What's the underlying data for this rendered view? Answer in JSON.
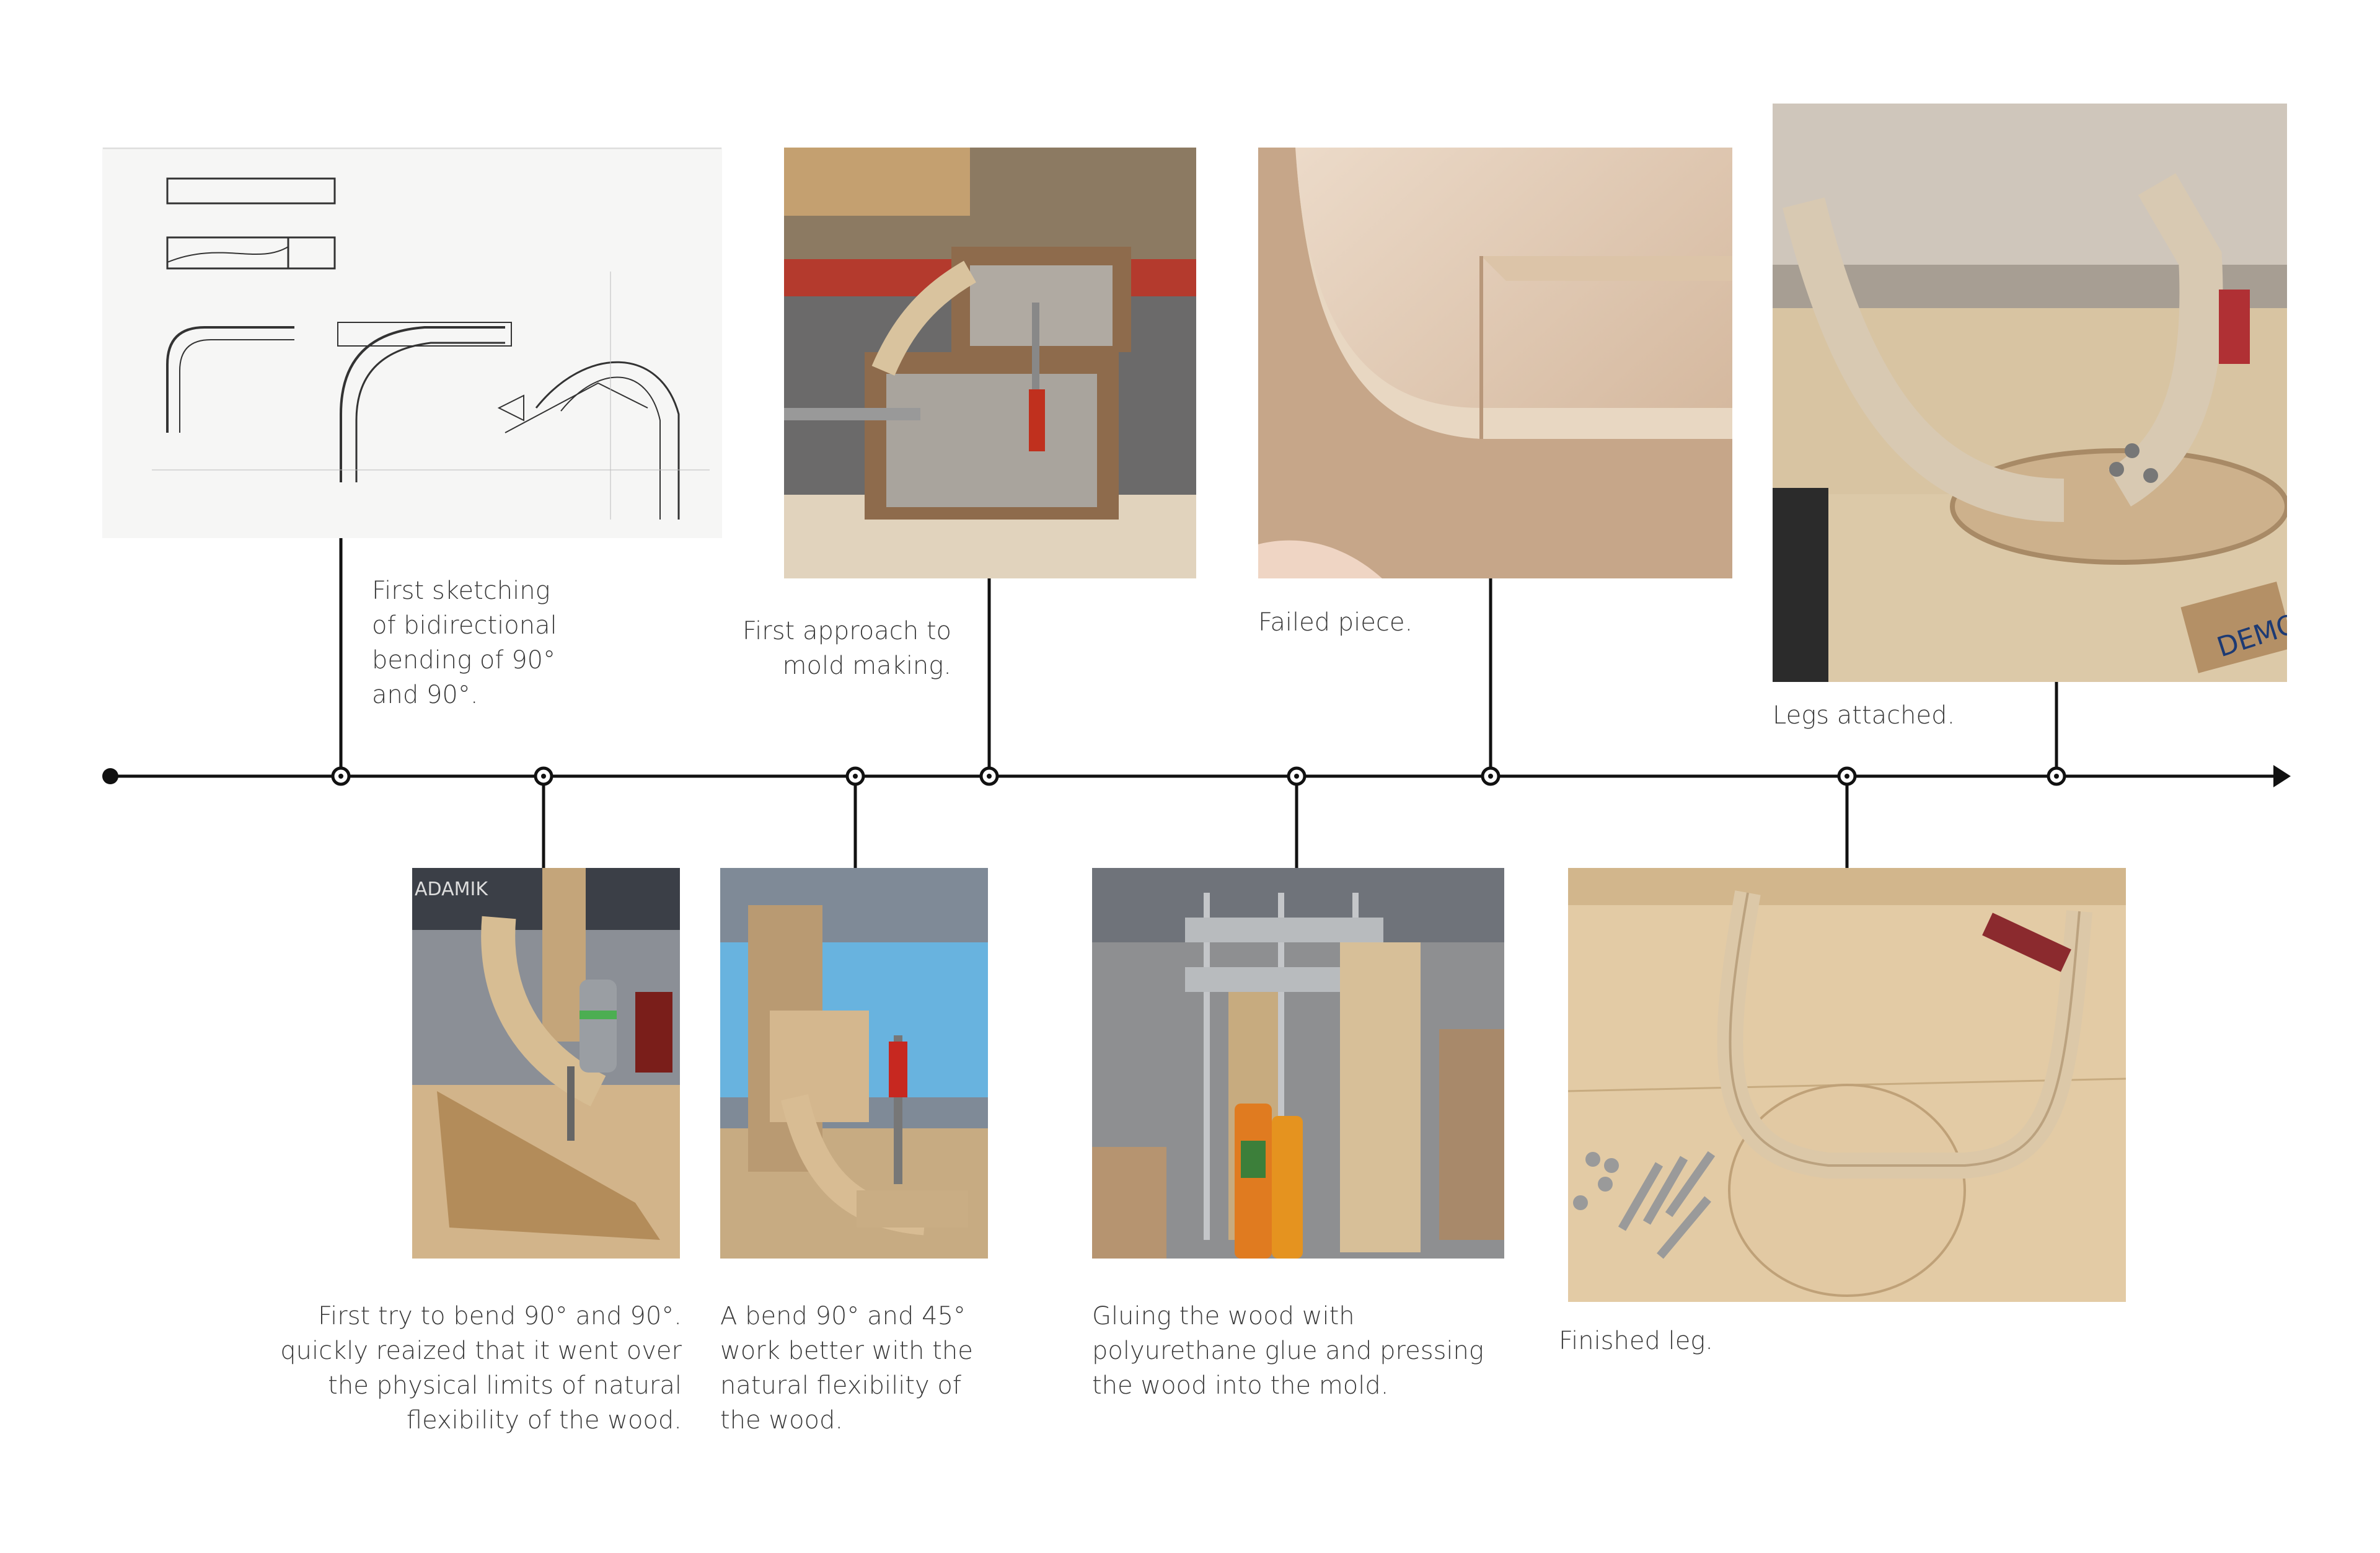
{
  "captions": {
    "sketching": "First sketching of bidirectional bending of 90° and 90°.",
    "mold": "First approach to mold making.",
    "failed": "Failed piece.",
    "legs": "Legs attached.",
    "first_try": "First try to bend 90° and 90°. quickly reaized that it went over the physical limits of natural flexibility of the wood.",
    "bend45": "A bend 90° and 45° work better with the natural flexibility of the wood.",
    "gluing": "Gluing the wood with polyurethane glue and pressing the wood into the mold.",
    "finished": "Finished leg."
  },
  "photos": {
    "sketch": "pencil-sketch-image",
    "mold": "mold-making-photo",
    "failed": "failed-piece-photo",
    "legs": "legs-attached-photo",
    "first_try": "first-try-bend-photo",
    "bend45": "bend-90-45-photo",
    "gluing": "gluing-clamps-photo",
    "finished": "finished-leg-photo",
    "stamp_text": "DEMO",
    "bag_text": "ADAMIK"
  },
  "colors": {
    "line": "#111111",
    "text": "#3a3a3a"
  }
}
